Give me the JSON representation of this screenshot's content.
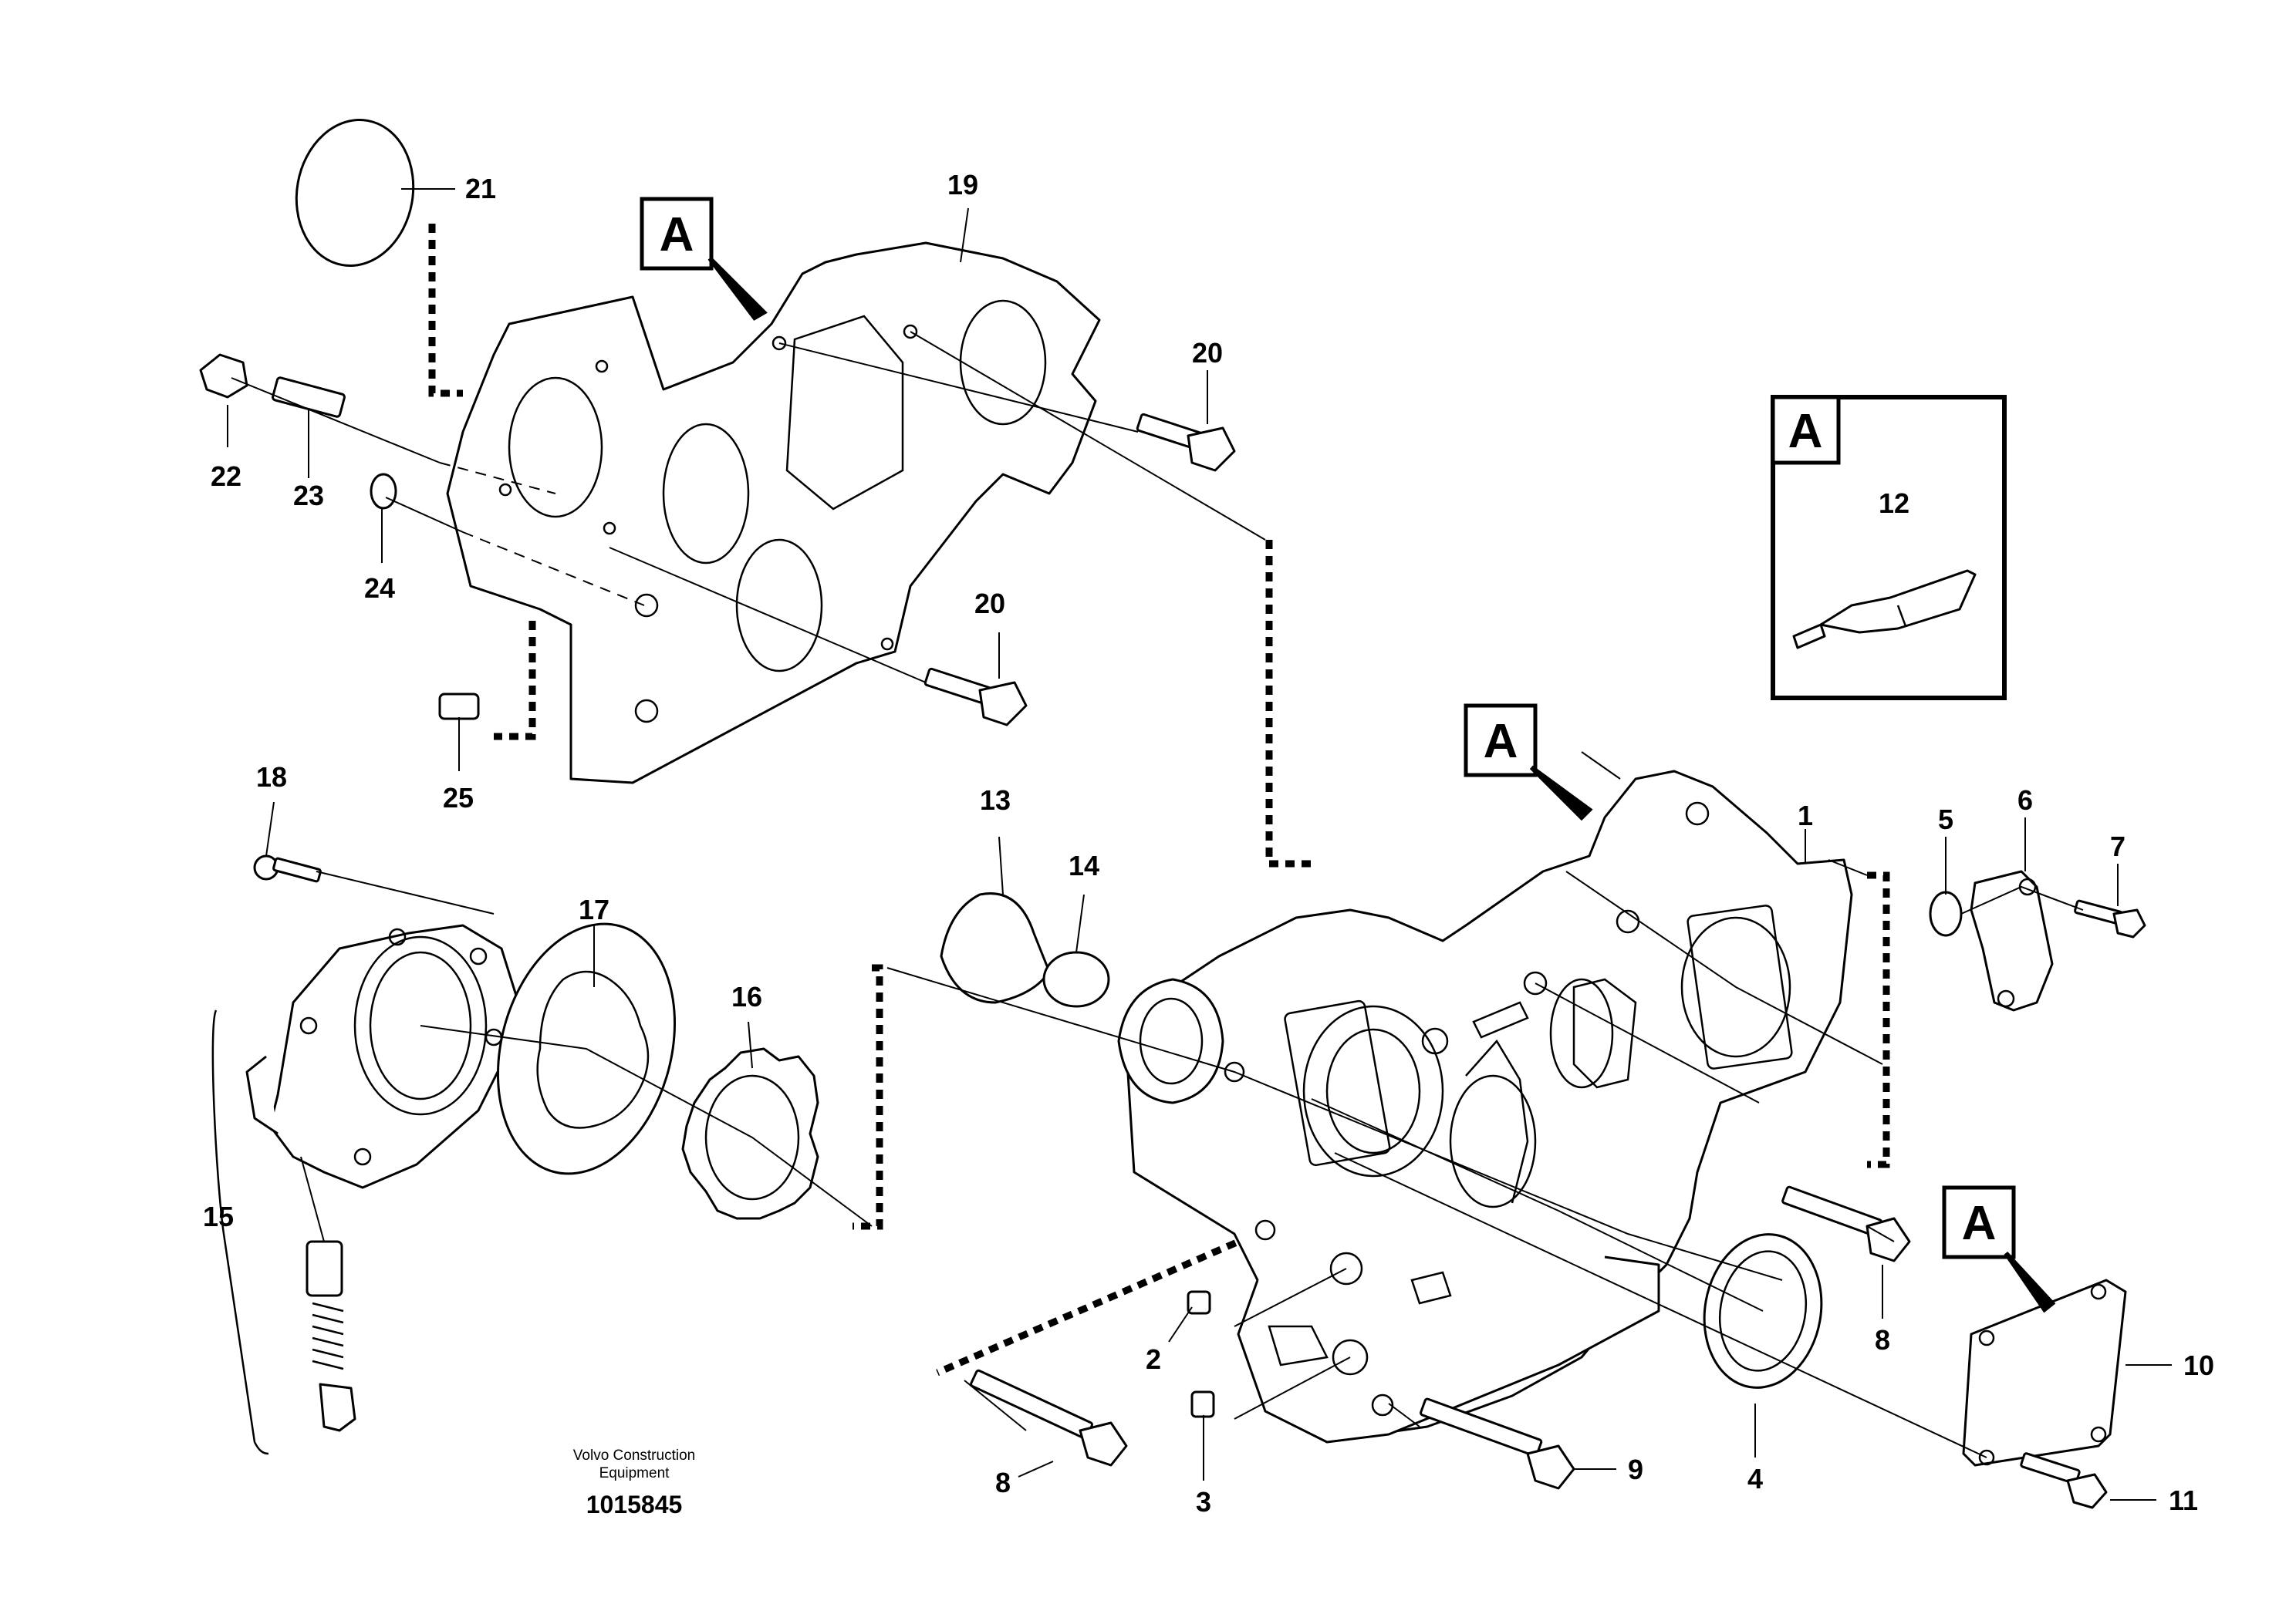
{
  "marker": "A",
  "callouts": {
    "c1": "1",
    "c2": "2",
    "c3": "3",
    "c4": "4",
    "c5": "5",
    "c6": "6",
    "c7": "7",
    "c8a": "8",
    "c8b": "8",
    "c9": "9",
    "c10": "10",
    "c11": "11",
    "c12": "12",
    "c13": "13",
    "c14": "14",
    "c15": "15",
    "c16": "16",
    "c17": "17",
    "c18": "18",
    "c19": "19",
    "c20a": "20",
    "c20b": "20",
    "c21": "21",
    "c22": "22",
    "c23": "23",
    "c24": "24",
    "c25": "25"
  },
  "caption": {
    "line1": "Volvo Construction",
    "line2": "Equipment",
    "doc_number": "1015845"
  }
}
